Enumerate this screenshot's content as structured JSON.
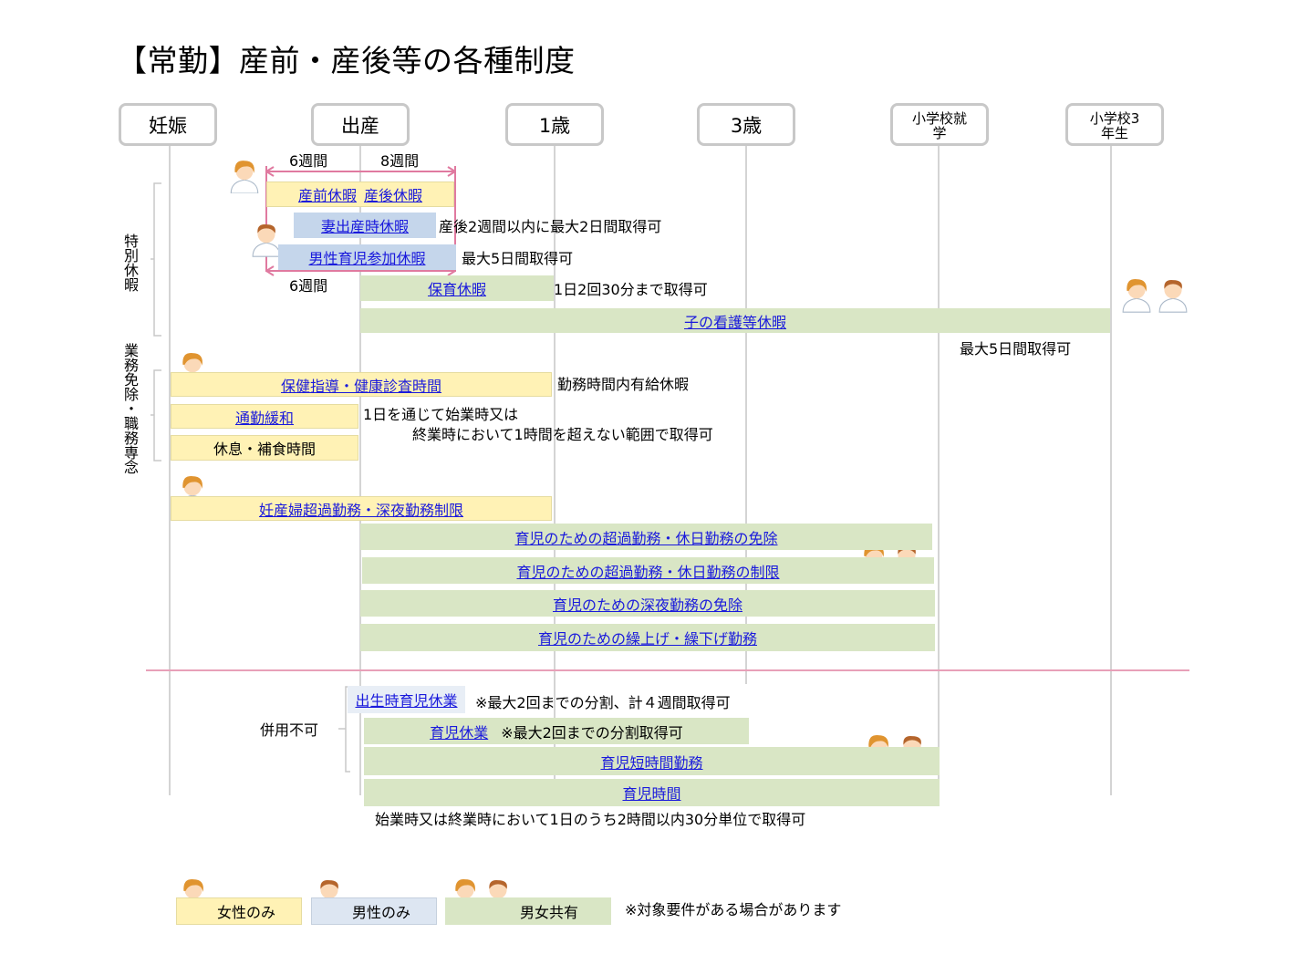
{
  "title": "【常勤】産前・産後等の各種制度",
  "stages": [
    "妊娠",
    "出産",
    "1歳",
    "3歳",
    "小学校就\n学",
    "小学校3\n年生"
  ],
  "colors": {
    "women_only": "#fff2b5",
    "men_only": "#c5d6eb",
    "both": "#d9e6c5",
    "period_arrow": "#e07aa0"
  },
  "period": {
    "before": "6週間",
    "after": "8週間"
  },
  "sections": {
    "special_leave": "特別休暇",
    "duty_exemption": "業務免除・職務専念",
    "not_combinable": "併用不可"
  },
  "bars": {
    "prenatal_postnatal": {
      "label_pre": "産前休暇",
      "label_post": "産後休暇"
    },
    "wife_childbirth": "妻出産時休暇",
    "male_childcare_participation": "男性育児参加休暇",
    "nursing": "保育休暇",
    "child_care_leave": "子の看護等休暇",
    "health_guidance": "保健指導・健康診査時間",
    "commute_relief": "通勤緩和",
    "rest_meal": "休息・補食時間",
    "maternity_overtime_limit": "妊産婦超過勤務・深夜勤務制限",
    "childcare_overtime_exemption": "育児のための超過勤務・休日勤務の免除",
    "childcare_overtime_restriction": "育児のための超過勤務・休日勤務の制限",
    "childcare_night_exemption": "育児のための深夜勤務の免除",
    "childcare_shift": "育児のための繰上げ・繰下げ勤務",
    "birth_time_childcare_leave": "出生時育児休業",
    "childcare_leave": "育児休業",
    "childcare_short_hours": "育児短時間勤務",
    "childcare_time": "育児時間"
  },
  "notes": {
    "wife_childbirth": "産後2週間以内に最大2日間取得可",
    "male_participation": "最大5日間取得可",
    "nursing": "1日2回30分まで取得可",
    "child_care": "最大5日間取得可",
    "health_guidance": "勤務時間内有給休暇",
    "commute_line1": "1日を通じて始業時又は",
    "commute_line2": "終業時において1時間を超えない範囲で取得可",
    "birth_time": "※最大2回までの分割、計４週間取得可",
    "childcare_leave": "※最大2回までの分割取得可",
    "childcare_time": "始業時又は終業時において1日のうち2時間以内30分単位で取得可"
  },
  "legend": {
    "women_only": "女性のみ",
    "men_only": "男性のみ",
    "both": "男女共有",
    "footnote": "※対象要件がある場合があります"
  }
}
